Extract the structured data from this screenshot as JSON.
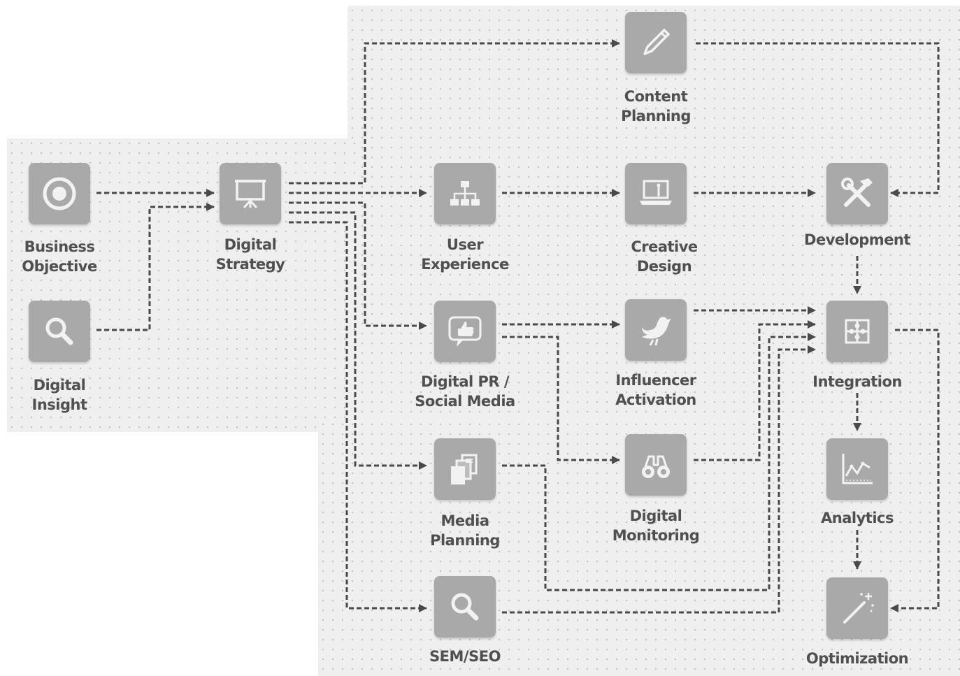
{
  "nodes": {
    "business_objective": {
      "line1": "Business",
      "line2": "Objective",
      "icon": "target-icon"
    },
    "digital_insight": {
      "line1": "Digital",
      "line2": "Insight",
      "icon": "magnifier-icon"
    },
    "digital_strategy": {
      "line1": "Digital",
      "line2": "Strategy",
      "icon": "presentation-board-icon"
    },
    "content_planning": {
      "line1": "Content",
      "line2": "Planning",
      "icon": "pencil-icon"
    },
    "user_experience": {
      "line1": "User",
      "line2": "Experience",
      "icon": "sitemap-icon"
    },
    "creative_design": {
      "line1": "Creative",
      "line2": "Design",
      "icon": "laptop-icon"
    },
    "development": {
      "line1": "Development",
      "line2": "",
      "icon": "tools-icon"
    },
    "digital_pr": {
      "line1": "Digital PR /",
      "line2": "Social Media",
      "icon": "thumbs-up-bubble-icon"
    },
    "influencer_activation": {
      "line1": "Influencer",
      "line2": "Activation",
      "icon": "bird-icon"
    },
    "integration": {
      "line1": "Integration",
      "line2": "",
      "icon": "puzzle-icon"
    },
    "media_planning": {
      "line1": "Media",
      "line2": "Planning",
      "icon": "documents-icon"
    },
    "digital_monitoring": {
      "line1": "Digital",
      "line2": "Monitoring",
      "icon": "binoculars-icon"
    },
    "analytics": {
      "line1": "Analytics",
      "line2": "",
      "icon": "line-graph-icon"
    },
    "sem_seo": {
      "line1": "SEM/SEO",
      "line2": "",
      "icon": "magnifier-icon"
    },
    "optimization": {
      "line1": "Optimization",
      "line2": "",
      "icon": "magic-wand-icon"
    }
  },
  "connections": [
    [
      "business_objective",
      "digital_strategy"
    ],
    [
      "digital_insight",
      "digital_strategy"
    ],
    [
      "digital_strategy",
      "content_planning"
    ],
    [
      "digital_strategy",
      "user_experience"
    ],
    [
      "digital_strategy",
      "digital_pr"
    ],
    [
      "digital_strategy",
      "media_planning"
    ],
    [
      "digital_strategy",
      "sem_seo"
    ],
    [
      "content_planning",
      "development"
    ],
    [
      "user_experience",
      "creative_design"
    ],
    [
      "creative_design",
      "development"
    ],
    [
      "development",
      "integration"
    ],
    [
      "digital_pr",
      "influencer_activation"
    ],
    [
      "digital_pr",
      "digital_monitoring"
    ],
    [
      "influencer_activation",
      "integration"
    ],
    [
      "digital_monitoring",
      "integration"
    ],
    [
      "media_planning",
      "integration"
    ],
    [
      "sem_seo",
      "integration"
    ],
    [
      "integration",
      "analytics"
    ],
    [
      "integration",
      "optimization"
    ],
    [
      "analytics",
      "optimization"
    ]
  ],
  "colors": {
    "tile": "#a9a9a9",
    "icon": "#f2f2f2",
    "label": "#505050",
    "connector": "#4a4a4a",
    "panel": "#efefef"
  }
}
